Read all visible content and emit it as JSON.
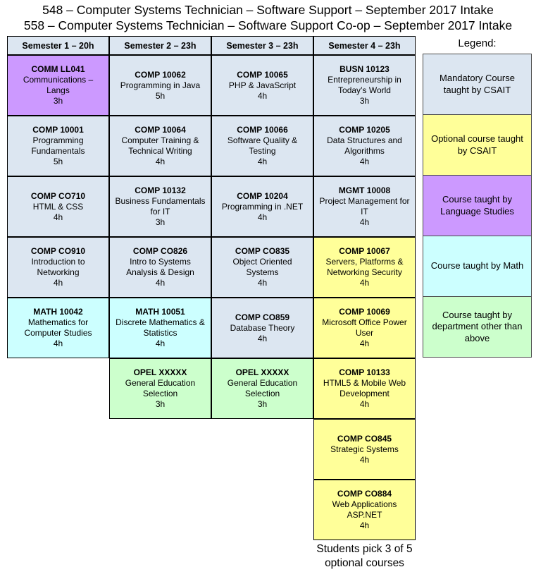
{
  "title_line1": "548 – Computer Systems Technician – Software Support – September 2017 Intake",
  "title_line2": "558 – Computer Systems Technician – Software Support Co-op – September 2017 Intake",
  "colors": {
    "header": "#dce6f1",
    "mandatory": "#dce6f1",
    "optional": "#ffff99",
    "language": "#cc99ff",
    "math": "#ccffff",
    "other": "#ccffcc"
  },
  "semesters": [
    {
      "header": "Semester 1 – 20h",
      "courses": [
        {
          "code": "COMM LL041",
          "name": "Communications – Langs",
          "hours": "3h",
          "type": "language"
        },
        {
          "code": "COMP 10001",
          "name": "Programming Fundamentals",
          "hours": "5h",
          "type": "mandatory"
        },
        {
          "code": "COMP CO710",
          "name": "HTML & CSS",
          "hours": "4h",
          "type": "mandatory"
        },
        {
          "code": "COMP CO910",
          "name": "Introduction to Networking",
          "hours": "4h",
          "type": "mandatory"
        },
        {
          "code": "MATH 10042",
          "name": "Mathematics for Computer Studies",
          "hours": "4h",
          "type": "math"
        }
      ]
    },
    {
      "header": "Semester 2 – 23h",
      "courses": [
        {
          "code": "COMP 10062",
          "name": "Programming in Java",
          "hours": "5h",
          "type": "mandatory"
        },
        {
          "code": "COMP 10064",
          "name": "Computer Training & Technical Writing",
          "hours": "4h",
          "type": "mandatory"
        },
        {
          "code": "COMP 10132",
          "name": "Business Fundamentals for IT",
          "hours": "3h",
          "type": "mandatory"
        },
        {
          "code": "COMP CO826",
          "name": "Intro to Systems Analysis & Design",
          "hours": "4h",
          "type": "mandatory"
        },
        {
          "code": "MATH 10051",
          "name": "Discrete Mathematics & Statistics",
          "hours": "4h",
          "type": "math"
        },
        {
          "code": "OPEL XXXXX",
          "name": "General Education Selection",
          "hours": "3h",
          "type": "other"
        }
      ]
    },
    {
      "header": "Semester 3 – 23h",
      "courses": [
        {
          "code": "COMP 10065",
          "name": "PHP & JavaScript",
          "hours": "4h",
          "type": "mandatory"
        },
        {
          "code": "COMP 10066",
          "name": "Software Quality & Testing",
          "hours": "4h",
          "type": "mandatory"
        },
        {
          "code": "COMP 10204",
          "name": "Programming in .NET",
          "hours": "4h",
          "type": "mandatory"
        },
        {
          "code": "COMP CO835",
          "name": "Object Oriented Systems",
          "hours": "4h",
          "type": "mandatory"
        },
        {
          "code": "COMP CO859",
          "name": "Database Theory",
          "hours": "4h",
          "type": "mandatory"
        },
        {
          "code": "OPEL XXXXX",
          "name": "General Education Selection",
          "hours": "3h",
          "type": "other"
        }
      ]
    },
    {
      "header": "Semester 4 – 23h",
      "courses": [
        {
          "code": "BUSN 10123",
          "name": "Entrepreneurship in Today’s World",
          "hours": "3h",
          "type": "mandatory"
        },
        {
          "code": "COMP 10205",
          "name": "Data Structures and Algorithms",
          "hours": "4h",
          "type": "mandatory"
        },
        {
          "code": "MGMT 10008",
          "name": "Project Management for IT",
          "hours": "4h",
          "type": "mandatory"
        },
        {
          "code": "COMP 10067",
          "name": "Servers, Platforms & Networking Security",
          "hours": "4h",
          "type": "optional"
        },
        {
          "code": "COMP 10069",
          "name": "Microsoft Office Power User",
          "hours": "4h",
          "type": "optional"
        },
        {
          "code": "COMP 10133",
          "name": "HTML5 & Mobile Web Development",
          "hours": "4h",
          "type": "optional"
        },
        {
          "code": "COMP CO845",
          "name": "Strategic Systems",
          "hours": "4h",
          "type": "optional"
        },
        {
          "code": "COMP CO884",
          "name": "Web Applications ASP.NET",
          "hours": "4h",
          "type": "optional"
        }
      ]
    }
  ],
  "footnote": "Students pick 3 of 5 optional courses",
  "legend": {
    "title": "Legend:",
    "items": [
      {
        "label": "Mandatory Course taught by CSAIT",
        "type": "mandatory"
      },
      {
        "label": "Optional course taught by CSAIT",
        "type": "optional"
      },
      {
        "label": "Course taught by Language Studies",
        "type": "language"
      },
      {
        "label": "Course taught by Math",
        "type": "math"
      },
      {
        "label": "Course taught by department other than above",
        "type": "other"
      }
    ]
  }
}
